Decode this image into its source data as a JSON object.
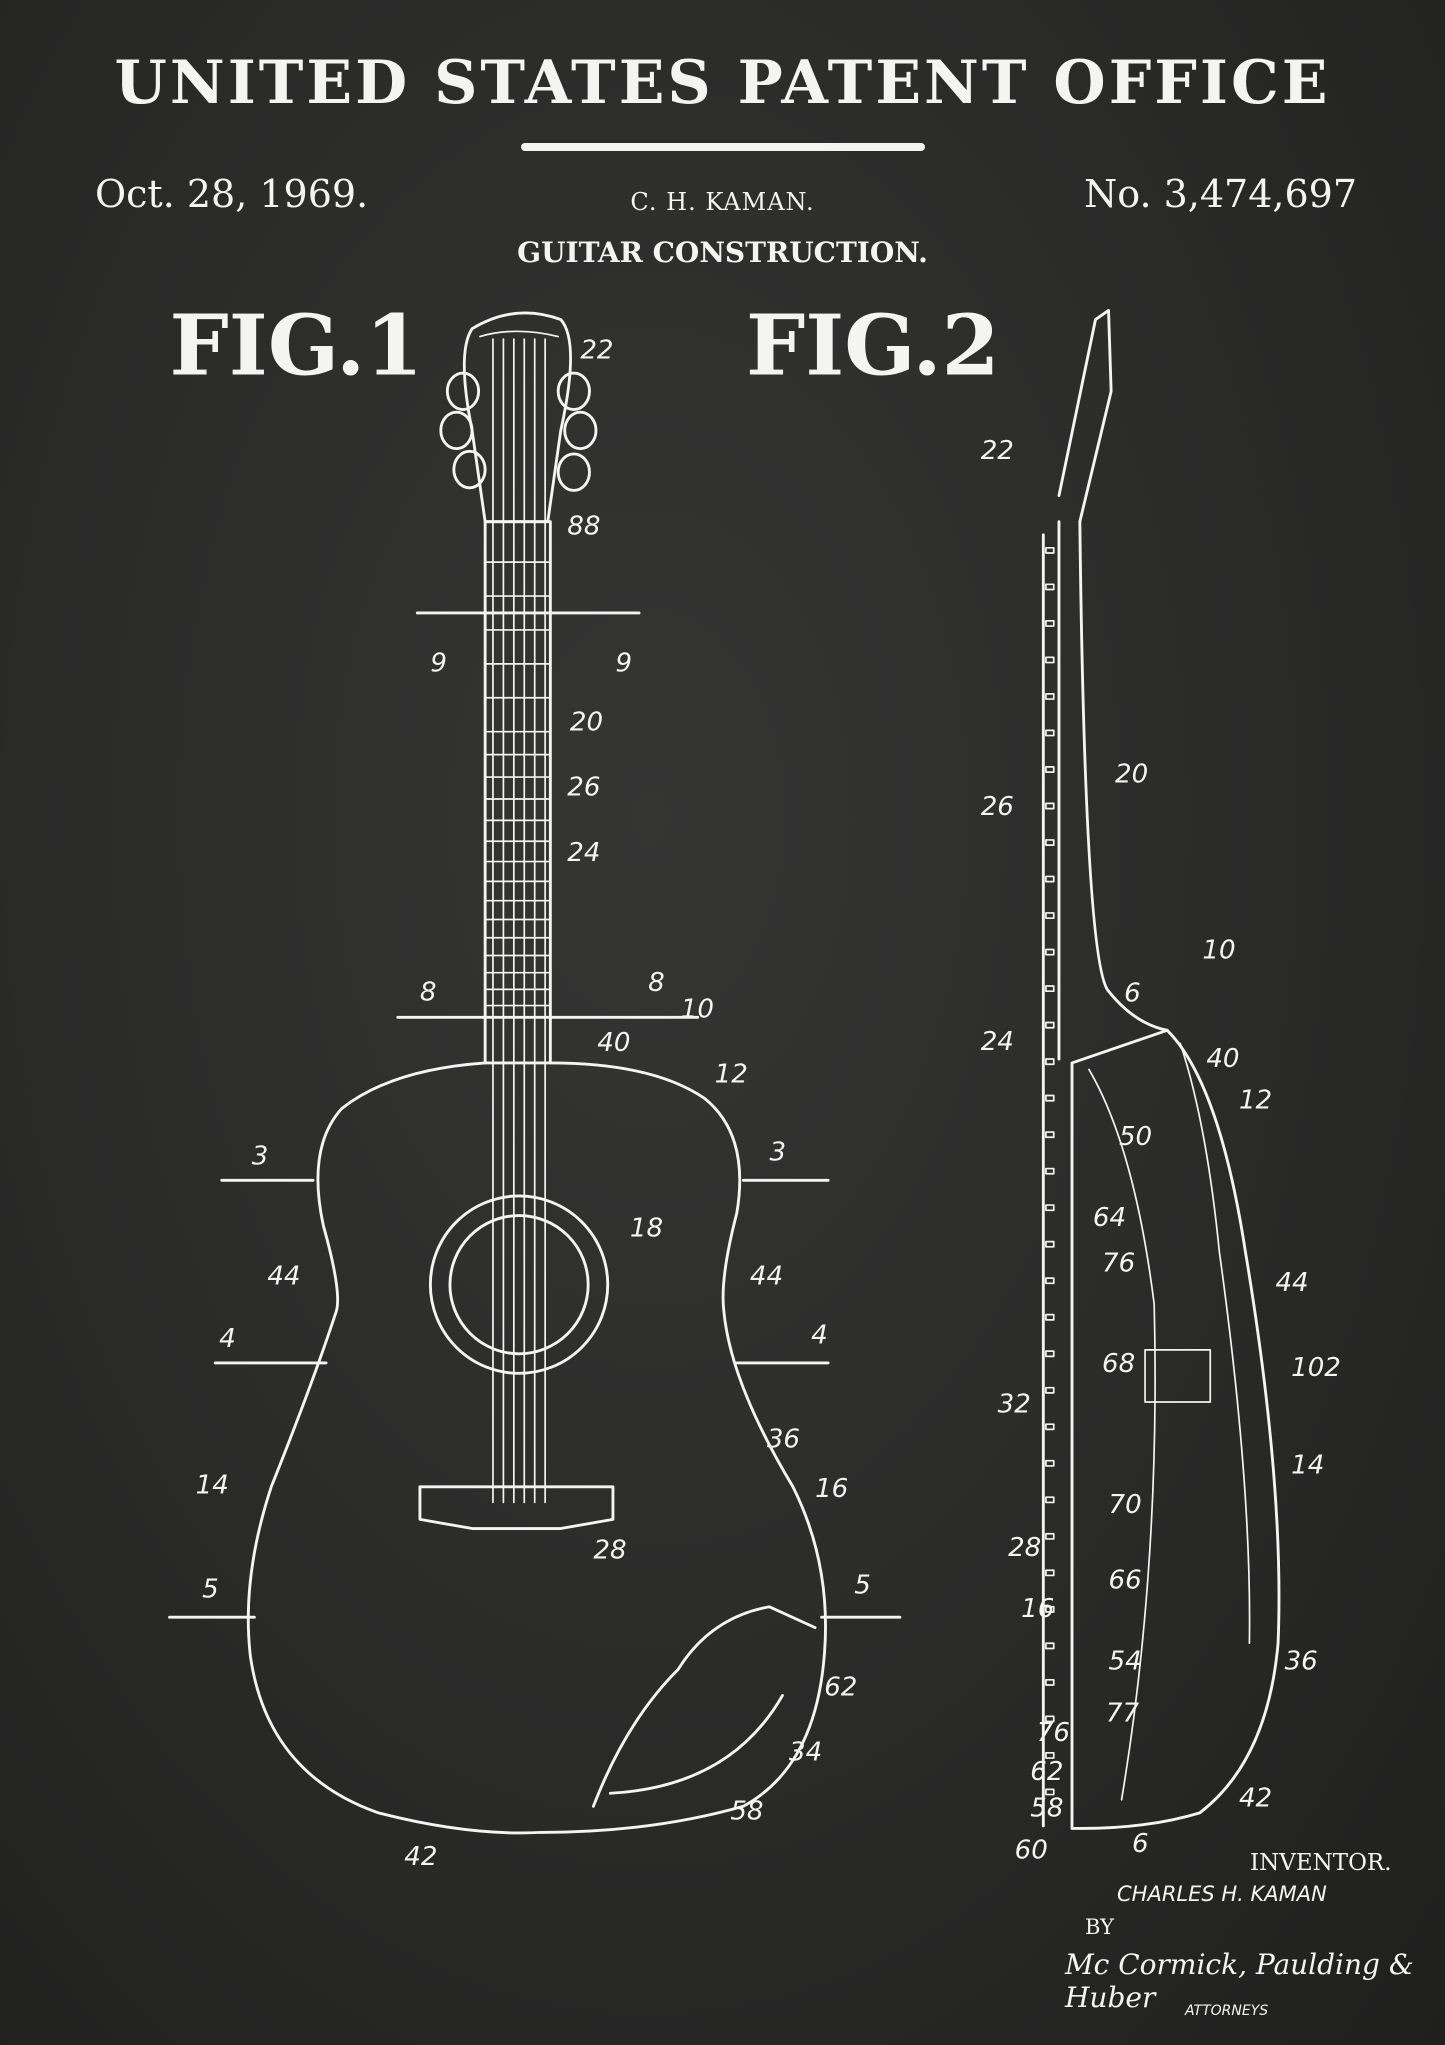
{
  "header": {
    "title": "UNITED STATES PATENT OFFICE",
    "date": "Oct. 28, 1969.",
    "inventor_short": "C. H. KAMAN.",
    "patent_number": "No. 3,474,697",
    "subtitle": "GUITAR CONSTRUCTION."
  },
  "figures": {
    "fig1_label": "FIG.1",
    "fig2_label": "FIG.2",
    "fig1_numerals": [
      "22",
      "88",
      "9",
      "9",
      "20",
      "26",
      "24",
      "8",
      "8",
      "10",
      "40",
      "12",
      "3",
      "3",
      "18",
      "44",
      "44",
      "4",
      "4",
      "36",
      "16",
      "14",
      "28",
      "5",
      "5",
      "62",
      "34",
      "58",
      "42"
    ],
    "fig2_numerals": [
      "22",
      "20",
      "26",
      "10",
      "6",
      "24",
      "40",
      "12",
      "50",
      "64",
      "76",
      "44",
      "68",
      "102",
      "32",
      "70",
      "14",
      "28",
      "66",
      "16",
      "54",
      "36",
      "77",
      "76",
      "62",
      "58",
      "42",
      "60",
      "6"
    ]
  },
  "footer": {
    "inventor_label": "INVENTOR.",
    "inventor_name": "CHARLES H. KAMAN",
    "by": "BY",
    "attorneys_signature": "Mc Cormick, Paulding & Huber",
    "attorneys_label": "ATTORNEYS"
  },
  "colors": {
    "background": "#2a2a29",
    "ink": "#f4f4f2"
  }
}
